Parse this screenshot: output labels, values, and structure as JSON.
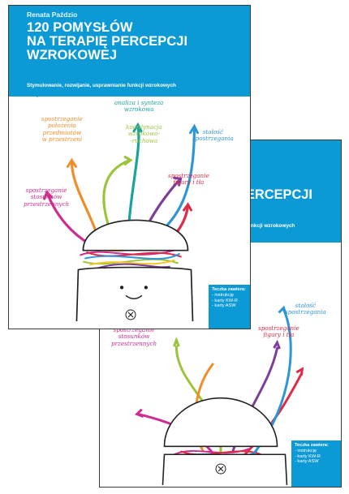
{
  "front": {
    "author": "Renata Paździo",
    "title_lines": [
      "120 POMYSŁÓW",
      "NA TERAPIĘ PERCEPCJI",
      "WZROKOWEJ"
    ],
    "subtitle": "Stymulowanie, rozwijanie, usprawnianie funkcji wzrokowych",
    "labels": {
      "analiza": [
        "analiza i synteza",
        "wzrokowa"
      ],
      "polozenie": [
        "spostrzeganie",
        "położenia",
        "przedmiotów",
        "w przestrzeni"
      ],
      "koordynacja": [
        "koordynacja",
        "wzrokowo-",
        "-ruchowa"
      ],
      "stalosc": [
        "stałość",
        "spostrzegania"
      ],
      "stosunkow": [
        "spostrzeganie",
        "stosunków",
        "przestrzennych"
      ],
      "figury": [
        "spostrzeganie",
        "figury i tła"
      ]
    },
    "contents": {
      "heading": "Teczka zawiera:",
      "items": [
        "- instrukcję",
        "- karty KW-R",
        "- karty ASW"
      ]
    }
  },
  "back": {
    "title_fragment": "ERCEPCJI",
    "subtitle_fragment": "nkcji wzrokowych",
    "labels": {
      "stalosc": [
        "stałość",
        "spostrzegania"
      ],
      "figury": [
        "spostrzeganie",
        "figury i tła"
      ],
      "stosunkow": [
        "spostrzeganie",
        "stosunków",
        "przestrzennych"
      ]
    },
    "contents": {
      "heading": "Teczka zawiera:",
      "items": [
        "- instrukcję",
        "- karty KW-R",
        "- karty ASW"
      ]
    }
  },
  "colors": {
    "banner": "#0c9ad7",
    "orange": "#f28c28",
    "green": "#9ac43a",
    "teal": "#18a3a0",
    "red": "#e02a46",
    "magenta": "#cf2c8e",
    "blue": "#2e95d6",
    "purple": "#7c3e98",
    "yellow": "#f3c72b"
  },
  "icons": {
    "publisher_logo": "harmonia-logo-icon"
  }
}
